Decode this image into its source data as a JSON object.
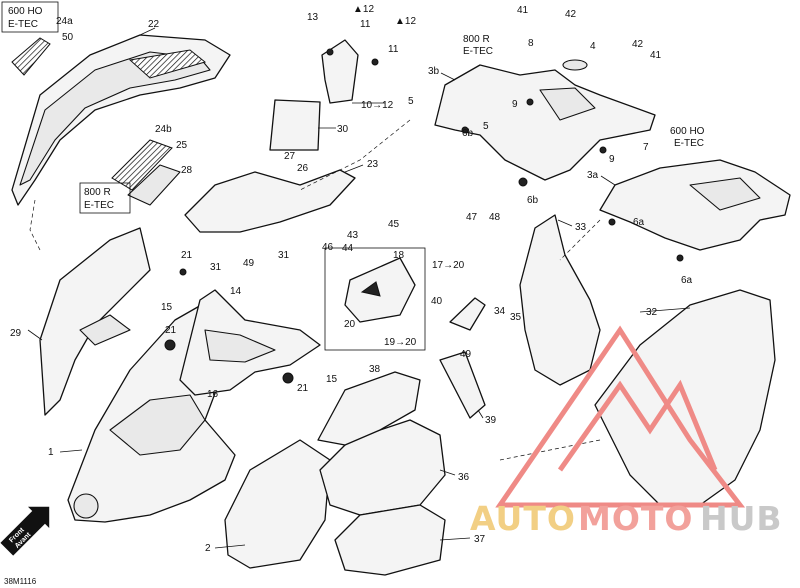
{
  "diagram": {
    "code": "38M1116",
    "front_label_1": "Front",
    "front_label_2": "Avant",
    "notes": {
      "box_600ho_a": [
        "600 HO",
        "E-TEC"
      ],
      "box_800r_a": [
        "800 R",
        "E-TEC"
      ],
      "label_800r_b": [
        "800 R",
        "E-TEC"
      ],
      "label_600ho_b": [
        "600 HO",
        "E-TEC"
      ]
    },
    "callouts": {
      "c1": "1",
      "c2": "2",
      "c3a": "3a",
      "c3b": "3b",
      "c4": "4",
      "c5a": "5",
      "c5b": "5",
      "c6a1": "6a",
      "c6a2": "6a",
      "c6b1": "6b",
      "c6b2": "6b",
      "c7": "7",
      "c8": "8",
      "c9a": "9",
      "c9b": "9",
      "c10": "10→12",
      "c11a": "11",
      "c11b": "11",
      "c12a": "▲12",
      "c12b": "▲12",
      "c13": "13",
      "c14": "14",
      "c15a": "15",
      "c15b": "15",
      "c16": "16",
      "c17": "17→20",
      "c18": "18",
      "c19": "19→20",
      "c20": "20",
      "c21a": "21",
      "c21b": "21",
      "c21c": "21",
      "c22": "22",
      "c23": "23",
      "c24a": "24a",
      "c24b": "24b",
      "c25": "25",
      "c26": "26",
      "c27": "27",
      "c28": "28",
      "c29": "29",
      "c30": "30",
      "c31a": "31",
      "c31b": "31",
      "c32": "32",
      "c33": "33",
      "c34": "34",
      "c35": "35",
      "c36": "36",
      "c37": "37",
      "c38": "38",
      "c39": "39",
      "c40": "40",
      "c41a": "41",
      "c41b": "41",
      "c42a": "42",
      "c42b": "42",
      "c43": "43",
      "c44": "44",
      "c45": "45",
      "c46": "46",
      "c47": "47",
      "c48": "48",
      "c49a": "49",
      "c49b": "49",
      "c50": "50"
    }
  },
  "watermark": {
    "brand_part_1": "AUTO",
    "brand_part_2": "MOTO",
    "brand_part_3": "HUB",
    "colors": {
      "auto": "#f2cf84",
      "moto": "#f2a19b",
      "hub": "#c9c9c9",
      "triangle": "#ef8a86"
    }
  }
}
